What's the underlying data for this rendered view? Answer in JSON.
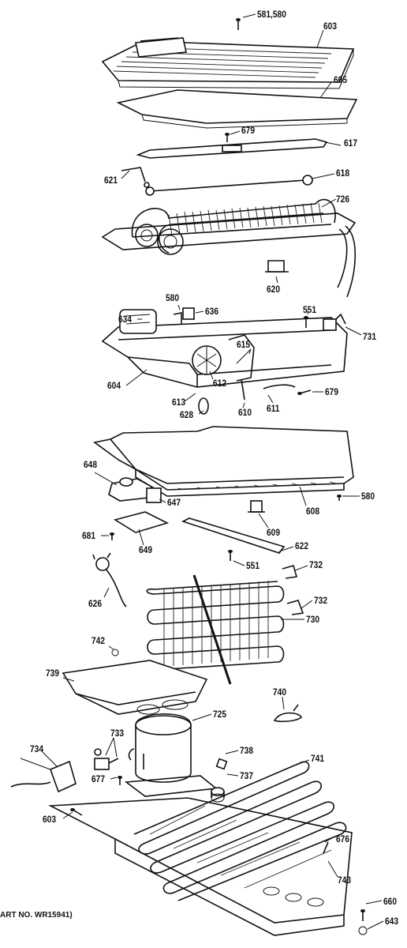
{
  "labels": {
    "p581_580": "581,580",
    "p603_top": "603",
    "p605": "605",
    "p679_top": "679",
    "p617": "617",
    "p618": "618",
    "p621": "621",
    "p726": "726",
    "p620": "620",
    "p580_a": "580",
    "p636": "636",
    "p634": "634",
    "p551_top": "551",
    "p731": "731",
    "p615": "615",
    "p604": "604",
    "p612": "612",
    "p679_mid": "679",
    "p613": "613",
    "p628": "628",
    "p610": "610",
    "p611": "611",
    "p648": "648",
    "p580_b": "580",
    "p647": "647",
    "p608": "608",
    "p609": "609",
    "p681": "681",
    "p649": "649",
    "p622": "622",
    "p551_mid": "551",
    "p732_a": "732",
    "p626": "626",
    "p732_b": "732",
    "p730": "730",
    "p742": "742",
    "p739": "739",
    "p740": "740",
    "p725": "725",
    "p733": "733",
    "p738": "738",
    "p734": "734",
    "p737": "737",
    "p741": "741",
    "p677": "677",
    "p603_bot": "603",
    "p676": "676",
    "p743": "743",
    "p660": "660",
    "p643": "643"
  },
  "footnote": "ART NO. WR15941)"
}
